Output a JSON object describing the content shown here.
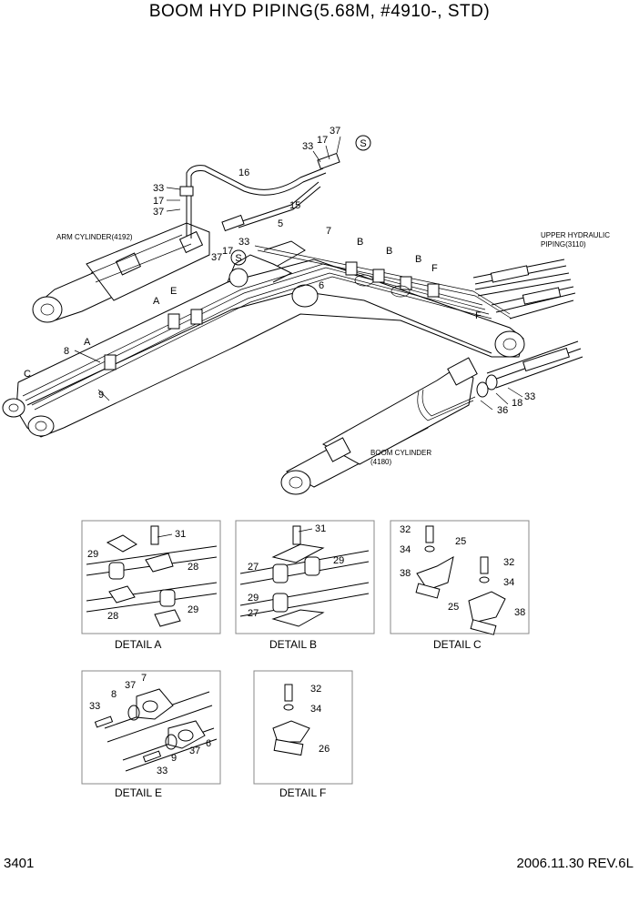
{
  "title": "BOOM HYD PIPING(5.68M, #4910-, STD)",
  "page_number": "3401",
  "revision": "2006.11.30  REV.6L",
  "annotations": {
    "arm_cylinder": "ARM CYLINDER(4192)",
    "upper_hydraulic_1": "UPPER HYDRAULIC",
    "upper_hydraulic_2": "PIPING(3110)",
    "boom_cylinder_1": "BOOM CYLINDER",
    "boom_cylinder_2": "(4180)",
    "s_mark": "S"
  },
  "main_labels": {
    "n37a": "37",
    "n17a": "17",
    "n33a": "33",
    "n16": "16",
    "n15": "15",
    "n33b": "33",
    "n17b": "17",
    "n37b": "37",
    "n17c": "17",
    "n37c": "37",
    "n33c": "33",
    "n5": "5",
    "n7": "7",
    "n6": "6",
    "B1": "B",
    "B2": "B",
    "B3": "B",
    "F1": "F",
    "F2": "F",
    "A1": "A",
    "E1": "E",
    "A2": "A",
    "C1": "C",
    "n8": "8",
    "n9": "9",
    "n36": "36",
    "n18": "18",
    "n33d": "33"
  },
  "details": {
    "a": {
      "caption": "DETAIL  A",
      "l31": "31",
      "l29a": "29",
      "l28a": "28",
      "l28b": "28",
      "l29b": "29"
    },
    "b": {
      "caption": "DETAIL  B",
      "l31": "31",
      "l27a": "27",
      "l29a": "29",
      "l29b": "29",
      "l27b": "27"
    },
    "c": {
      "caption": "DETAIL  C",
      "l32a": "32",
      "l25a": "25",
      "l34a": "34",
      "l38a": "38",
      "l32b": "32",
      "l34b": "34",
      "l25b": "25",
      "l38b": "38"
    },
    "e": {
      "caption": "DETAIL  E",
      "l7": "7",
      "l37a": "37",
      "l8": "8",
      "l33a": "33",
      "l37b": "37",
      "l6": "6",
      "l9": "9",
      "l33b": "33"
    },
    "f": {
      "caption": "DETAIL  F",
      "l32": "32",
      "l34": "34",
      "l26": "26"
    }
  }
}
